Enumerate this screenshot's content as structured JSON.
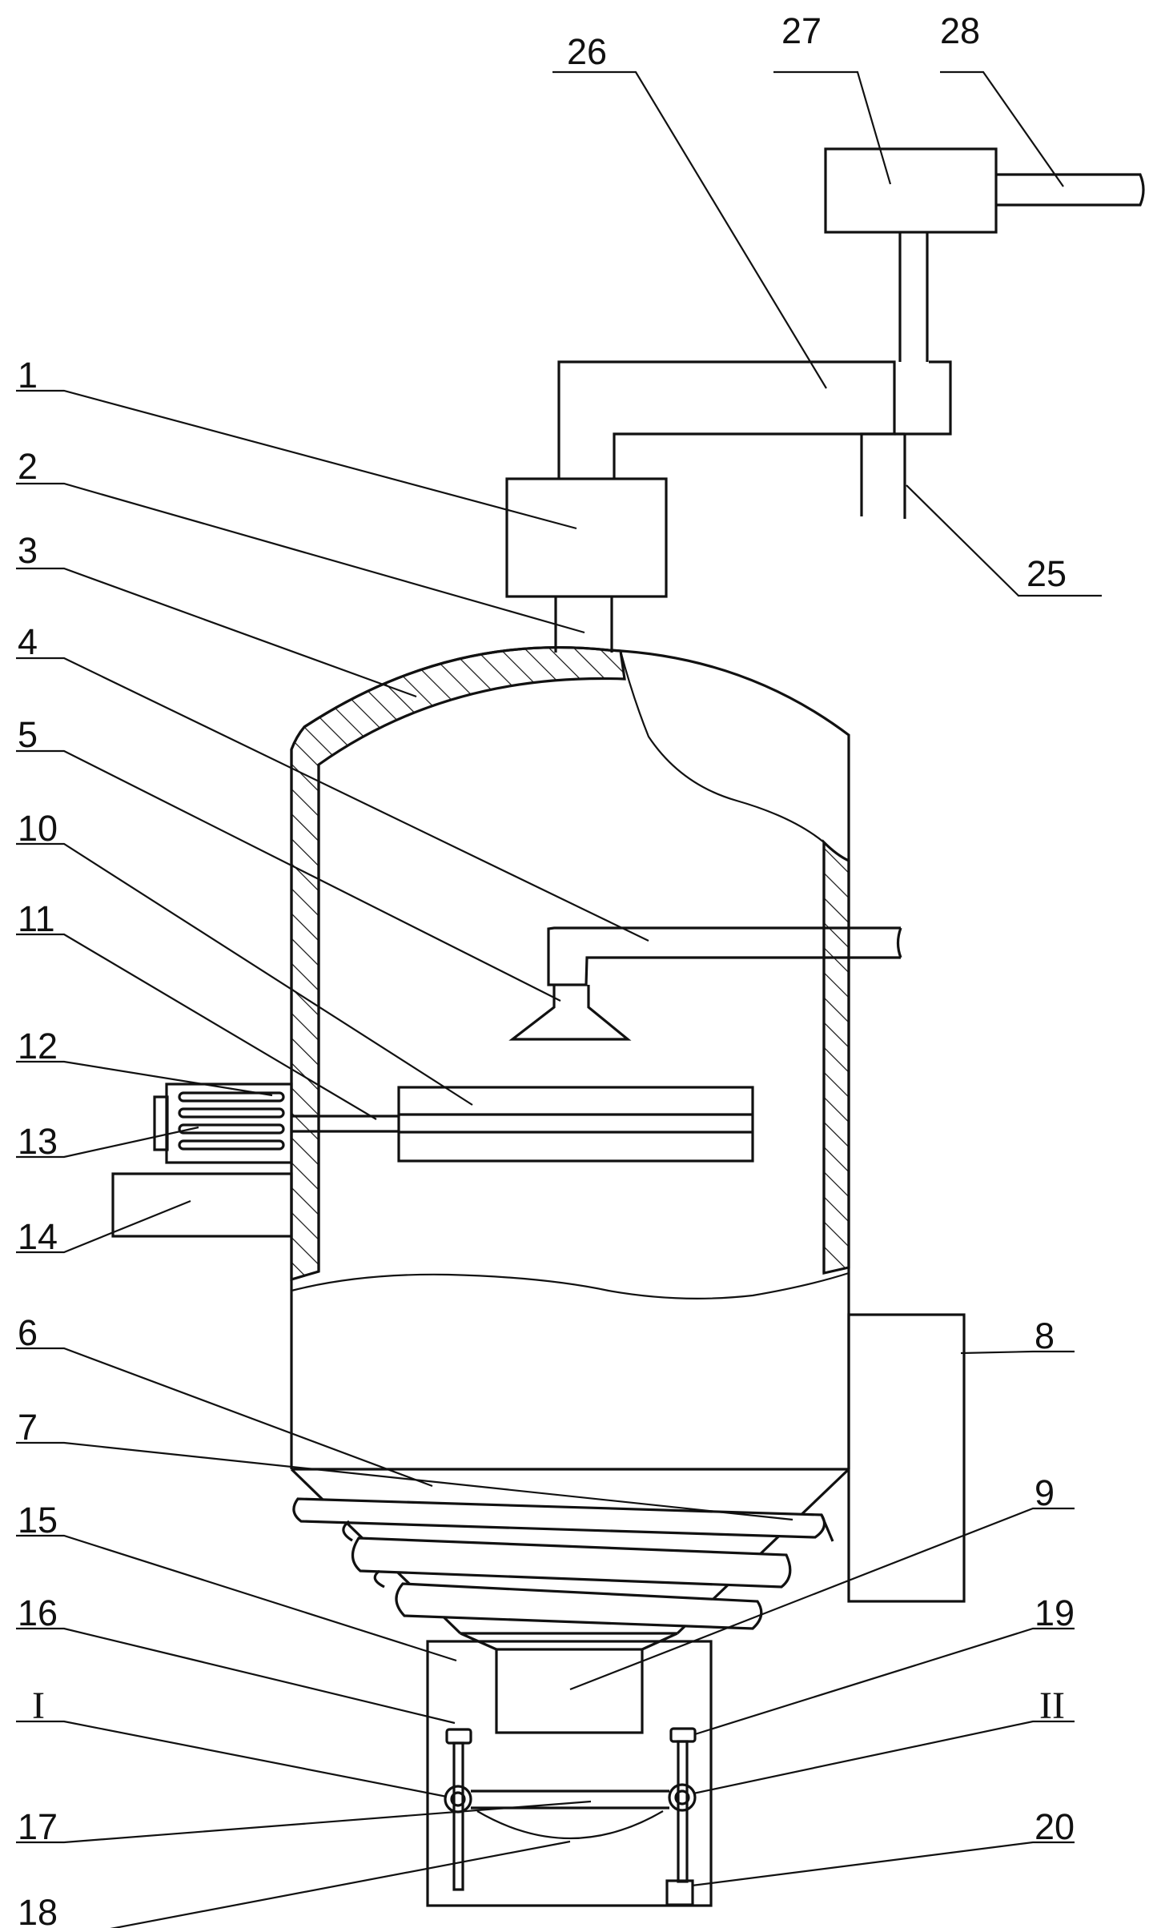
{
  "labels": {
    "l1": "1",
    "l2": "2",
    "l3": "3",
    "l4": "4",
    "l5": "5",
    "l6": "6",
    "l7": "7",
    "l8": "8",
    "l9": "9",
    "l10": "10",
    "l11": "11",
    "l12": "12",
    "l13": "13",
    "l14": "14",
    "l15": "15",
    "l16": "16",
    "l17": "17",
    "l18": "18",
    "l19": "19",
    "l20": "20",
    "l25": "25",
    "l26": "26",
    "l27": "27",
    "l28": "28",
    "lI": "I",
    "lII": "II"
  },
  "colors": {
    "line": "#111111",
    "background": "#ffffff"
  }
}
